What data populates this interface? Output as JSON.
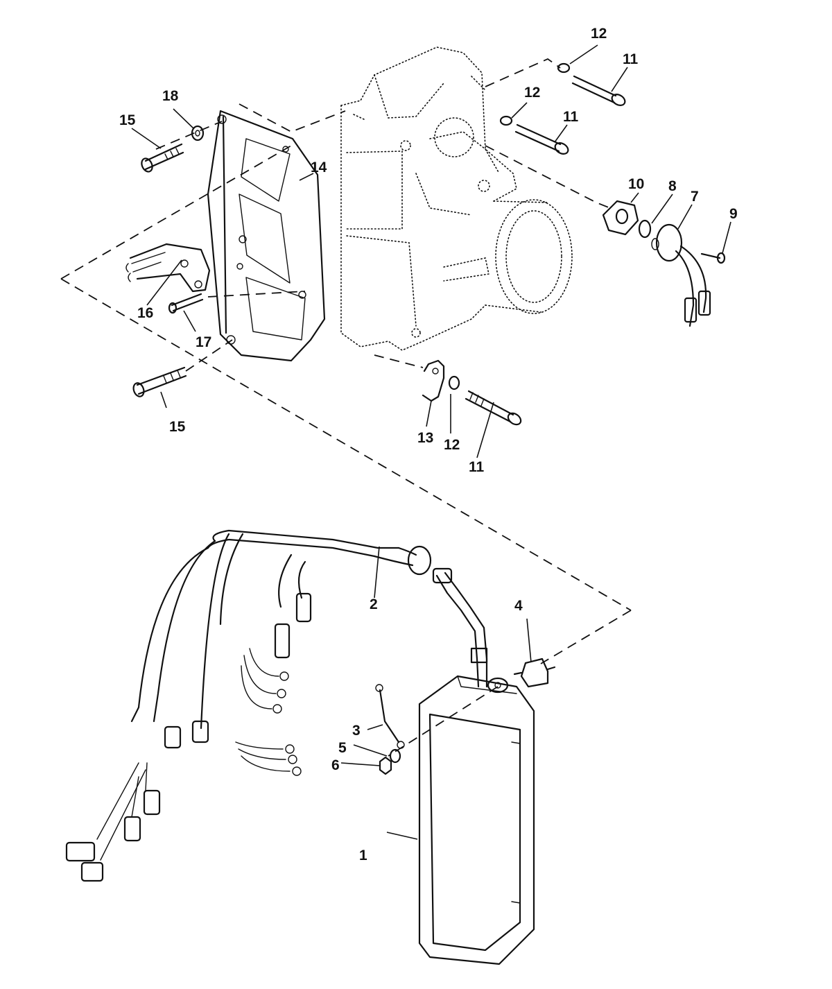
{
  "callouts": {
    "c1": "1",
    "c2": "2",
    "c3": "3",
    "c4": "4",
    "c5": "5",
    "c6": "6",
    "c7": "7",
    "c8": "8",
    "c9": "9",
    "c10": "10",
    "c11a": "11",
    "c11b": "11",
    "c11c": "11",
    "c12a": "12",
    "c12b": "12",
    "c12c": "12",
    "c13": "13",
    "c14": "14",
    "c15a": "15",
    "c15b": "15",
    "c16": "16",
    "c17": "17",
    "c18": "18"
  }
}
